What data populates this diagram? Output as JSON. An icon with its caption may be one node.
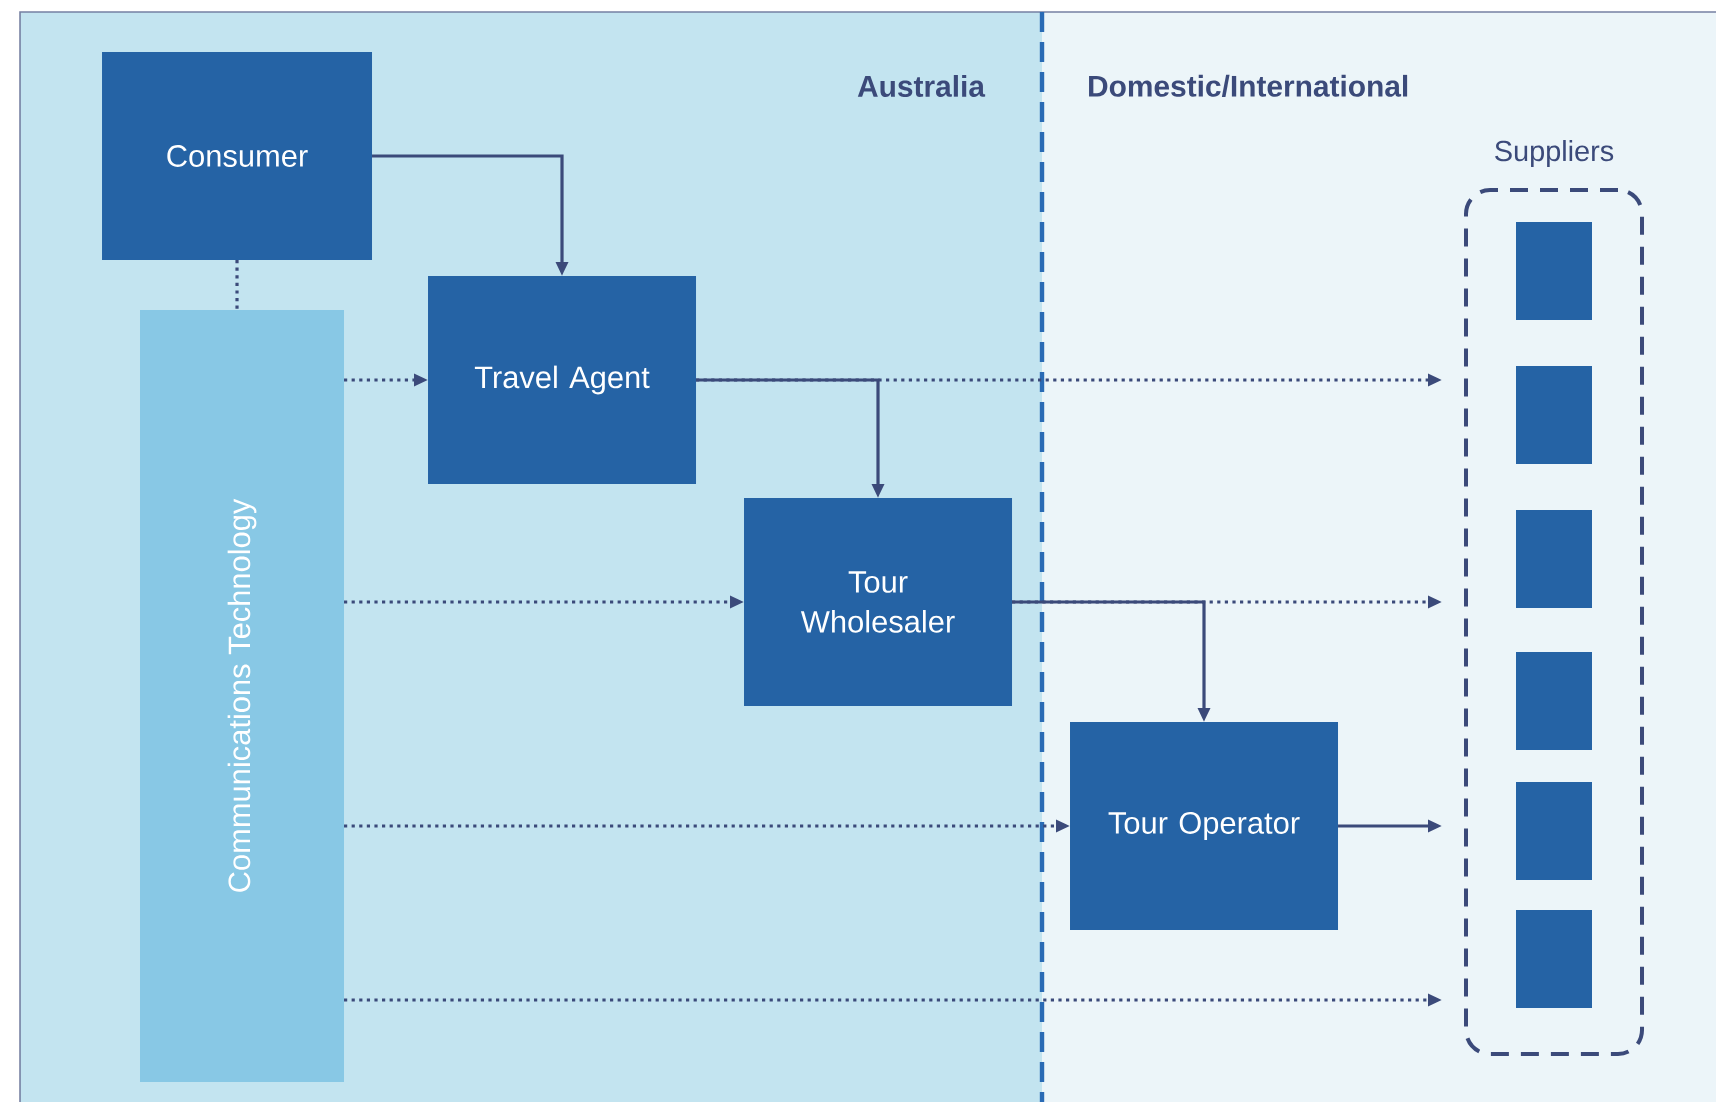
{
  "diagram": {
    "nodes": [
      {
        "text": [
          "Australia"
        ]
      },
      {
        "text": [
          "Domestic/International"
        ]
      },
      {
        "text": [
          "Consumer"
        ],
        "in": 0
      },
      {
        "text": [
          "Communications Technology"
        ],
        "in": 0
      },
      {
        "text": [
          "Travel Agent"
        ],
        "in": 0
      },
      {
        "text": [
          "Tour Wholesaler"
        ],
        "in": 0
      },
      {
        "text": [
          "Tour Operator"
        ],
        "in": 1
      },
      {
        "text": [
          "Suppliers"
        ],
        "in": 1
      },
      {
        "text": [],
        "shape": "box",
        "in": 7
      },
      {
        "text": [],
        "shape": "box",
        "in": 7
      },
      {
        "text": [],
        "shape": "box",
        "in": 7
      },
      {
        "text": [],
        "shape": "box",
        "in": 7
      },
      {
        "text": [],
        "shape": "box",
        "in": 7
      },
      {
        "text": [],
        "shape": "box",
        "in": 7
      }
    ],
    "edges": [
      {
        "from": 2,
        "to": 4,
        "arrow": "to"
      },
      {
        "from": 2,
        "to": 3,
        "arrow": "none",
        "style": "dashed"
      },
      {
        "from": 3,
        "to": 4,
        "arrow": "to",
        "style": "dashed"
      },
      {
        "from": 4,
        "to": 5,
        "arrow": "to"
      },
      {
        "from": 4,
        "to": 7,
        "arrow": "to",
        "style": "dashed"
      },
      {
        "from": 3,
        "to": 5,
        "arrow": "to",
        "style": "dashed"
      },
      {
        "from": 5,
        "to": 7,
        "arrow": "to",
        "style": "dashed"
      },
      {
        "from": 5,
        "to": 6,
        "arrow": "to"
      },
      {
        "from": 3,
        "to": 6,
        "arrow": "to",
        "style": "dashed"
      },
      {
        "from": 6,
        "to": 7,
        "arrow": "to"
      },
      {
        "from": 3,
        "to": 7,
        "arrow": "to",
        "style": "dashed"
      }
    ]
  }
}
